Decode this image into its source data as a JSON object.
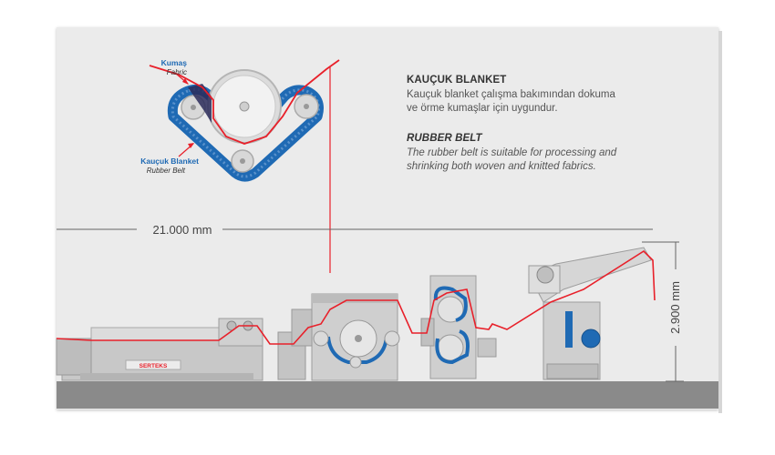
{
  "detail_labels": {
    "fabric_tr": "Kumaş",
    "fabric_en": "Fabric",
    "belt_tr": "Kauçuk Blanket",
    "belt_en": "Rubber Belt"
  },
  "description": {
    "tr_title": "KAUÇUK BLANKET",
    "tr_text_line1": "Kauçuk blanket çalışma bakımından dokuma",
    "tr_text_line2": "ve örme kumaşlar için uygundur.",
    "en_title": "RUBBER BELT",
    "en_text_line1": "The rubber belt is suitable for processing and",
    "en_text_line2": "shrinking both woven and knitted fabrics."
  },
  "dimensions": {
    "length": "21.000 mm",
    "height": "2.900 mm"
  },
  "brand": "SERTEKS",
  "colors": {
    "fabric_line": "#e8202a",
    "rubber_belt": "#1f6ab4",
    "machine_gray": "#c8c8c8",
    "floor": "#8a8a8a",
    "label_blue": "#1f6ab4",
    "dimension_line": "#666666"
  }
}
